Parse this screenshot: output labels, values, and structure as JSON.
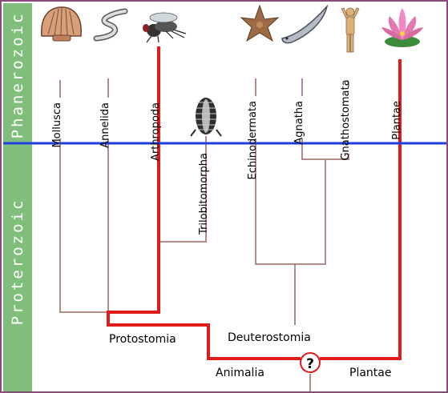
{
  "eons": {
    "upper": "Phanerozoic",
    "lower": "Proterozoic"
  },
  "taxa": {
    "mollusca": "Mollusca",
    "annelida": "Annelida",
    "arthropoda": "Arthropoda",
    "trilobitomorpha": "Trilobitomorpha",
    "echinodermata": "Echinodermata",
    "agnatha": "Agnatha",
    "gnathostomata": "Gnathostomata",
    "plantae": "Plantae"
  },
  "clades": {
    "protostomia": "Protostomia",
    "deuterostomia": "Deuterostomia",
    "animalia": "Animalia",
    "plantae": "Plantae"
  },
  "unknown_node": "?",
  "colors": {
    "eon_bar": "#7fbf7b",
    "boundary": "#1f3fdc",
    "highlight": "#e01b1b",
    "branch": "#b28a86"
  }
}
